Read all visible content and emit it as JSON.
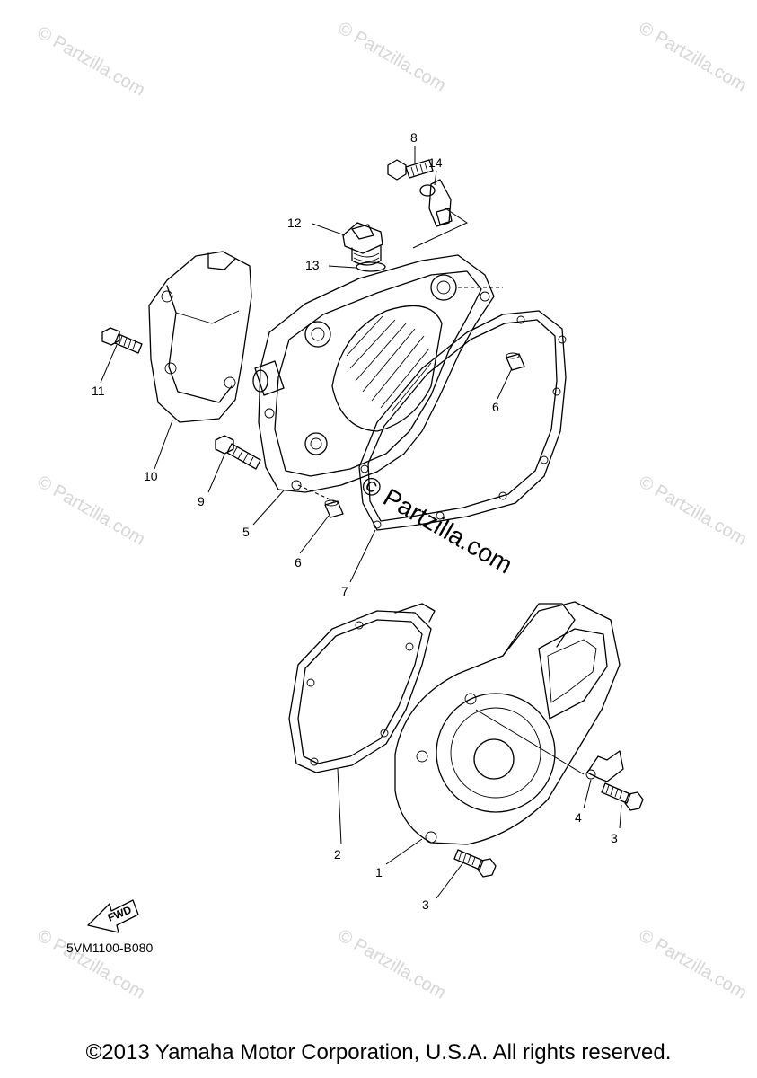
{
  "watermark_text": "© Partzilla.com",
  "center_watermark_text": "© Partzilla.com",
  "diagram_code": "5VM1100-B080",
  "fwd_label": "FWD",
  "copyright": "©2013 Yamaha Motor Corporation, U.S.A. All rights reserved.",
  "callouts": [
    "8",
    "14",
    "12",
    "13",
    "11",
    "10",
    "9",
    "5",
    "6",
    "6",
    "7",
    "2",
    "1",
    "4",
    "3",
    "3"
  ]
}
